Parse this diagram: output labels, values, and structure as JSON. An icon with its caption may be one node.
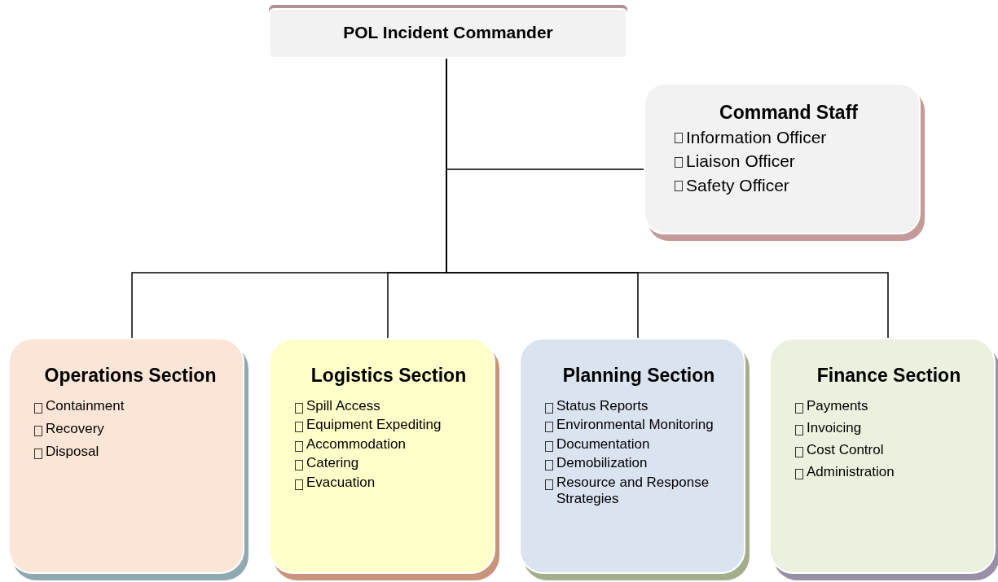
{
  "diagram": {
    "nodes": [
      {
        "text": [
          "POL Incident Commander"
        ]
      },
      {
        "text": [
          "Command Staff",
          "Information Officer",
          "Liaison Officer",
          "Safety Officer"
        ]
      },
      {
        "text": [
          "Operations Section",
          "Containment",
          "Recovery",
          "Disposal"
        ]
      },
      {
        "text": [
          "Logistics Section",
          "Spill Access",
          "Equipment Expediting",
          "Accommodation",
          "Catering",
          "Evacuation"
        ]
      },
      {
        "text": [
          "Planning Section",
          "Status Reports",
          "Environmental Monitoring",
          "Documentation",
          "Demobilization",
          "Resource and Response Strategies"
        ]
      },
      {
        "text": [
          "Finance Section",
          "Payments",
          "Invoicing",
          "Cost Control",
          "Administration"
        ]
      }
    ],
    "edges": [
      {
        "from": 0,
        "to": 1,
        "arrow": "none"
      },
      {
        "from": 0,
        "to": 2,
        "arrow": "none"
      },
      {
        "from": 0,
        "to": 3,
        "arrow": "none"
      },
      {
        "from": 0,
        "to": 4,
        "arrow": "none"
      },
      {
        "from": 0,
        "to": 5,
        "arrow": "none"
      }
    ]
  }
}
